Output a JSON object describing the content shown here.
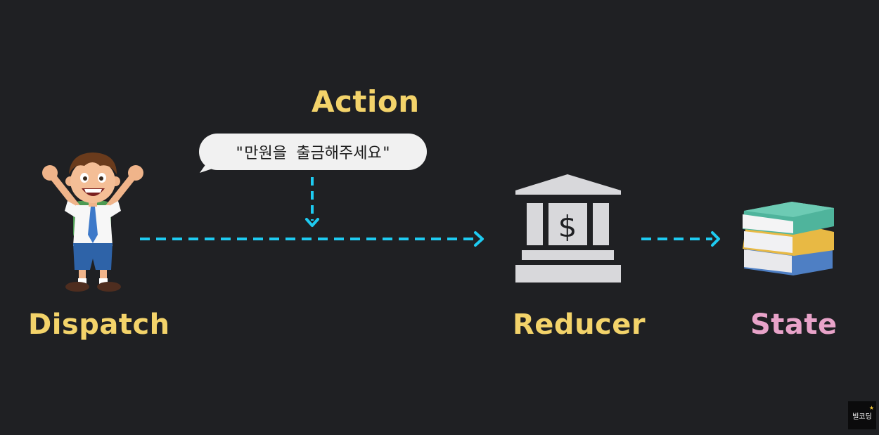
{
  "labels": {
    "action": "Action",
    "dispatch": "Dispatch",
    "reducer": "Reducer",
    "state": "State"
  },
  "speech_bubble": {
    "text": "\"만원을 출금해주세요\""
  },
  "bank_symbol": "$",
  "channel_logo": {
    "text": "빌코딩",
    "star": "★"
  },
  "icons": [
    "boy-character-icon",
    "bank-icon",
    "books-stack-icon"
  ],
  "colors": {
    "background": "#1f2023",
    "label_yellow": "#f3d36a",
    "state_pink": "#e8a3c9",
    "arrow_cyan": "#1ecbf1"
  }
}
